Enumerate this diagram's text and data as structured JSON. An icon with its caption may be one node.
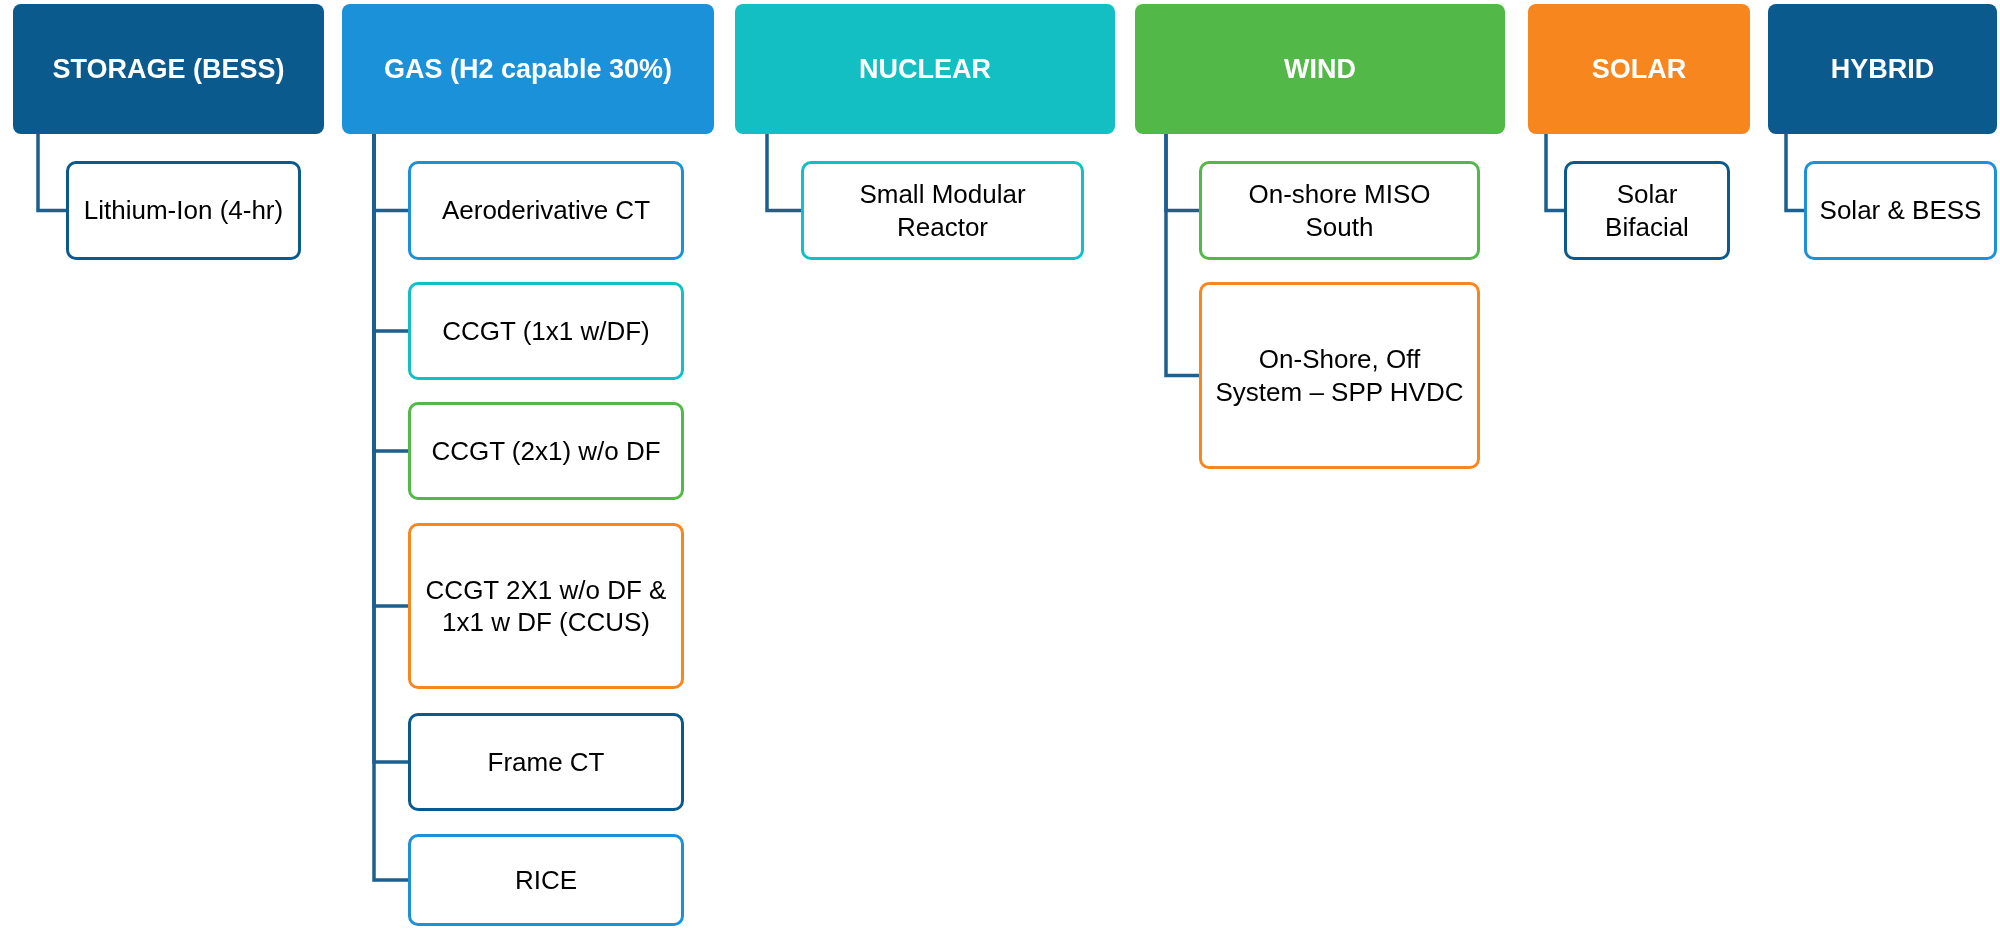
{
  "diagram": {
    "nodes": [
      {
        "text": [
          "STORAGE (BESS)"
        ]
      },
      {
        "text": [
          "Lithium-Ion (4-hr)"
        ]
      },
      {
        "text": [
          "GAS (H2 capable 30%)"
        ]
      },
      {
        "text": [
          "Aeroderivative CT"
        ]
      },
      {
        "text": [
          "CCGT (1x1 w/DF)"
        ]
      },
      {
        "text": [
          "CCGT (2x1) w/o DF"
        ]
      },
      {
        "text": [
          "CCGT 2X1 w/o DF & 1x1 w DF (CCUS)"
        ]
      },
      {
        "text": [
          "Frame CT"
        ]
      },
      {
        "text": [
          "RICE"
        ]
      },
      {
        "text": [
          "NUCLEAR"
        ]
      },
      {
        "text": [
          "Small Modular Reactor"
        ]
      },
      {
        "text": [
          "WIND"
        ]
      },
      {
        "text": [
          "On-shore MISO South"
        ]
      },
      {
        "text": [
          "On-Shore, Off System – SPP HVDC"
        ]
      },
      {
        "text": [
          "SOLAR"
        ]
      },
      {
        "text": [
          "Solar Bifacial"
        ]
      },
      {
        "text": [
          "HYBRID"
        ]
      },
      {
        "text": [
          "Solar & BESS"
        ]
      }
    ],
    "edges": [
      {
        "from": 0,
        "to": 1,
        "arrow": "none"
      },
      {
        "from": 2,
        "to": 3,
        "arrow": "none"
      },
      {
        "from": 2,
        "to": 4,
        "arrow": "none"
      },
      {
        "from": 2,
        "to": 5,
        "arrow": "none"
      },
      {
        "from": 2,
        "to": 6,
        "arrow": "none"
      },
      {
        "from": 2,
        "to": 7,
        "arrow": "none"
      },
      {
        "from": 2,
        "to": 8,
        "arrow": "none"
      },
      {
        "from": 9,
        "to": 10,
        "arrow": "none"
      },
      {
        "from": 11,
        "to": 12,
        "arrow": "none"
      },
      {
        "from": 11,
        "to": 13,
        "arrow": "none"
      },
      {
        "from": 14,
        "to": 15,
        "arrow": "none"
      },
      {
        "from": 16,
        "to": 17,
        "arrow": "none"
      }
    ]
  }
}
